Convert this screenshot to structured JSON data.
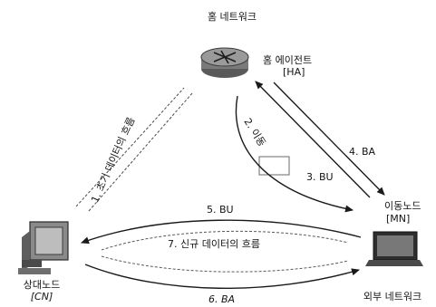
{
  "regions": {
    "home_network": "홈 네트워크",
    "foreign_network": "외부 네트워크"
  },
  "nodes": {
    "ha": {
      "name": "홈 에이전트",
      "abbr": "[HA]"
    },
    "mn": {
      "name": "이동노드",
      "abbr": "[MN]"
    },
    "cn": {
      "name": "상대노드",
      "abbr": "[CN]"
    }
  },
  "flows": {
    "initial_data": "1. 초기 데이터의 흐름",
    "move": "2. 이동",
    "bu_ha": "3. BU",
    "ba_ha": "4. BA",
    "bu_cn": "5. BU",
    "ba_cn": "6. BA",
    "new_data": "7. 신규 데이터의 흐름"
  }
}
